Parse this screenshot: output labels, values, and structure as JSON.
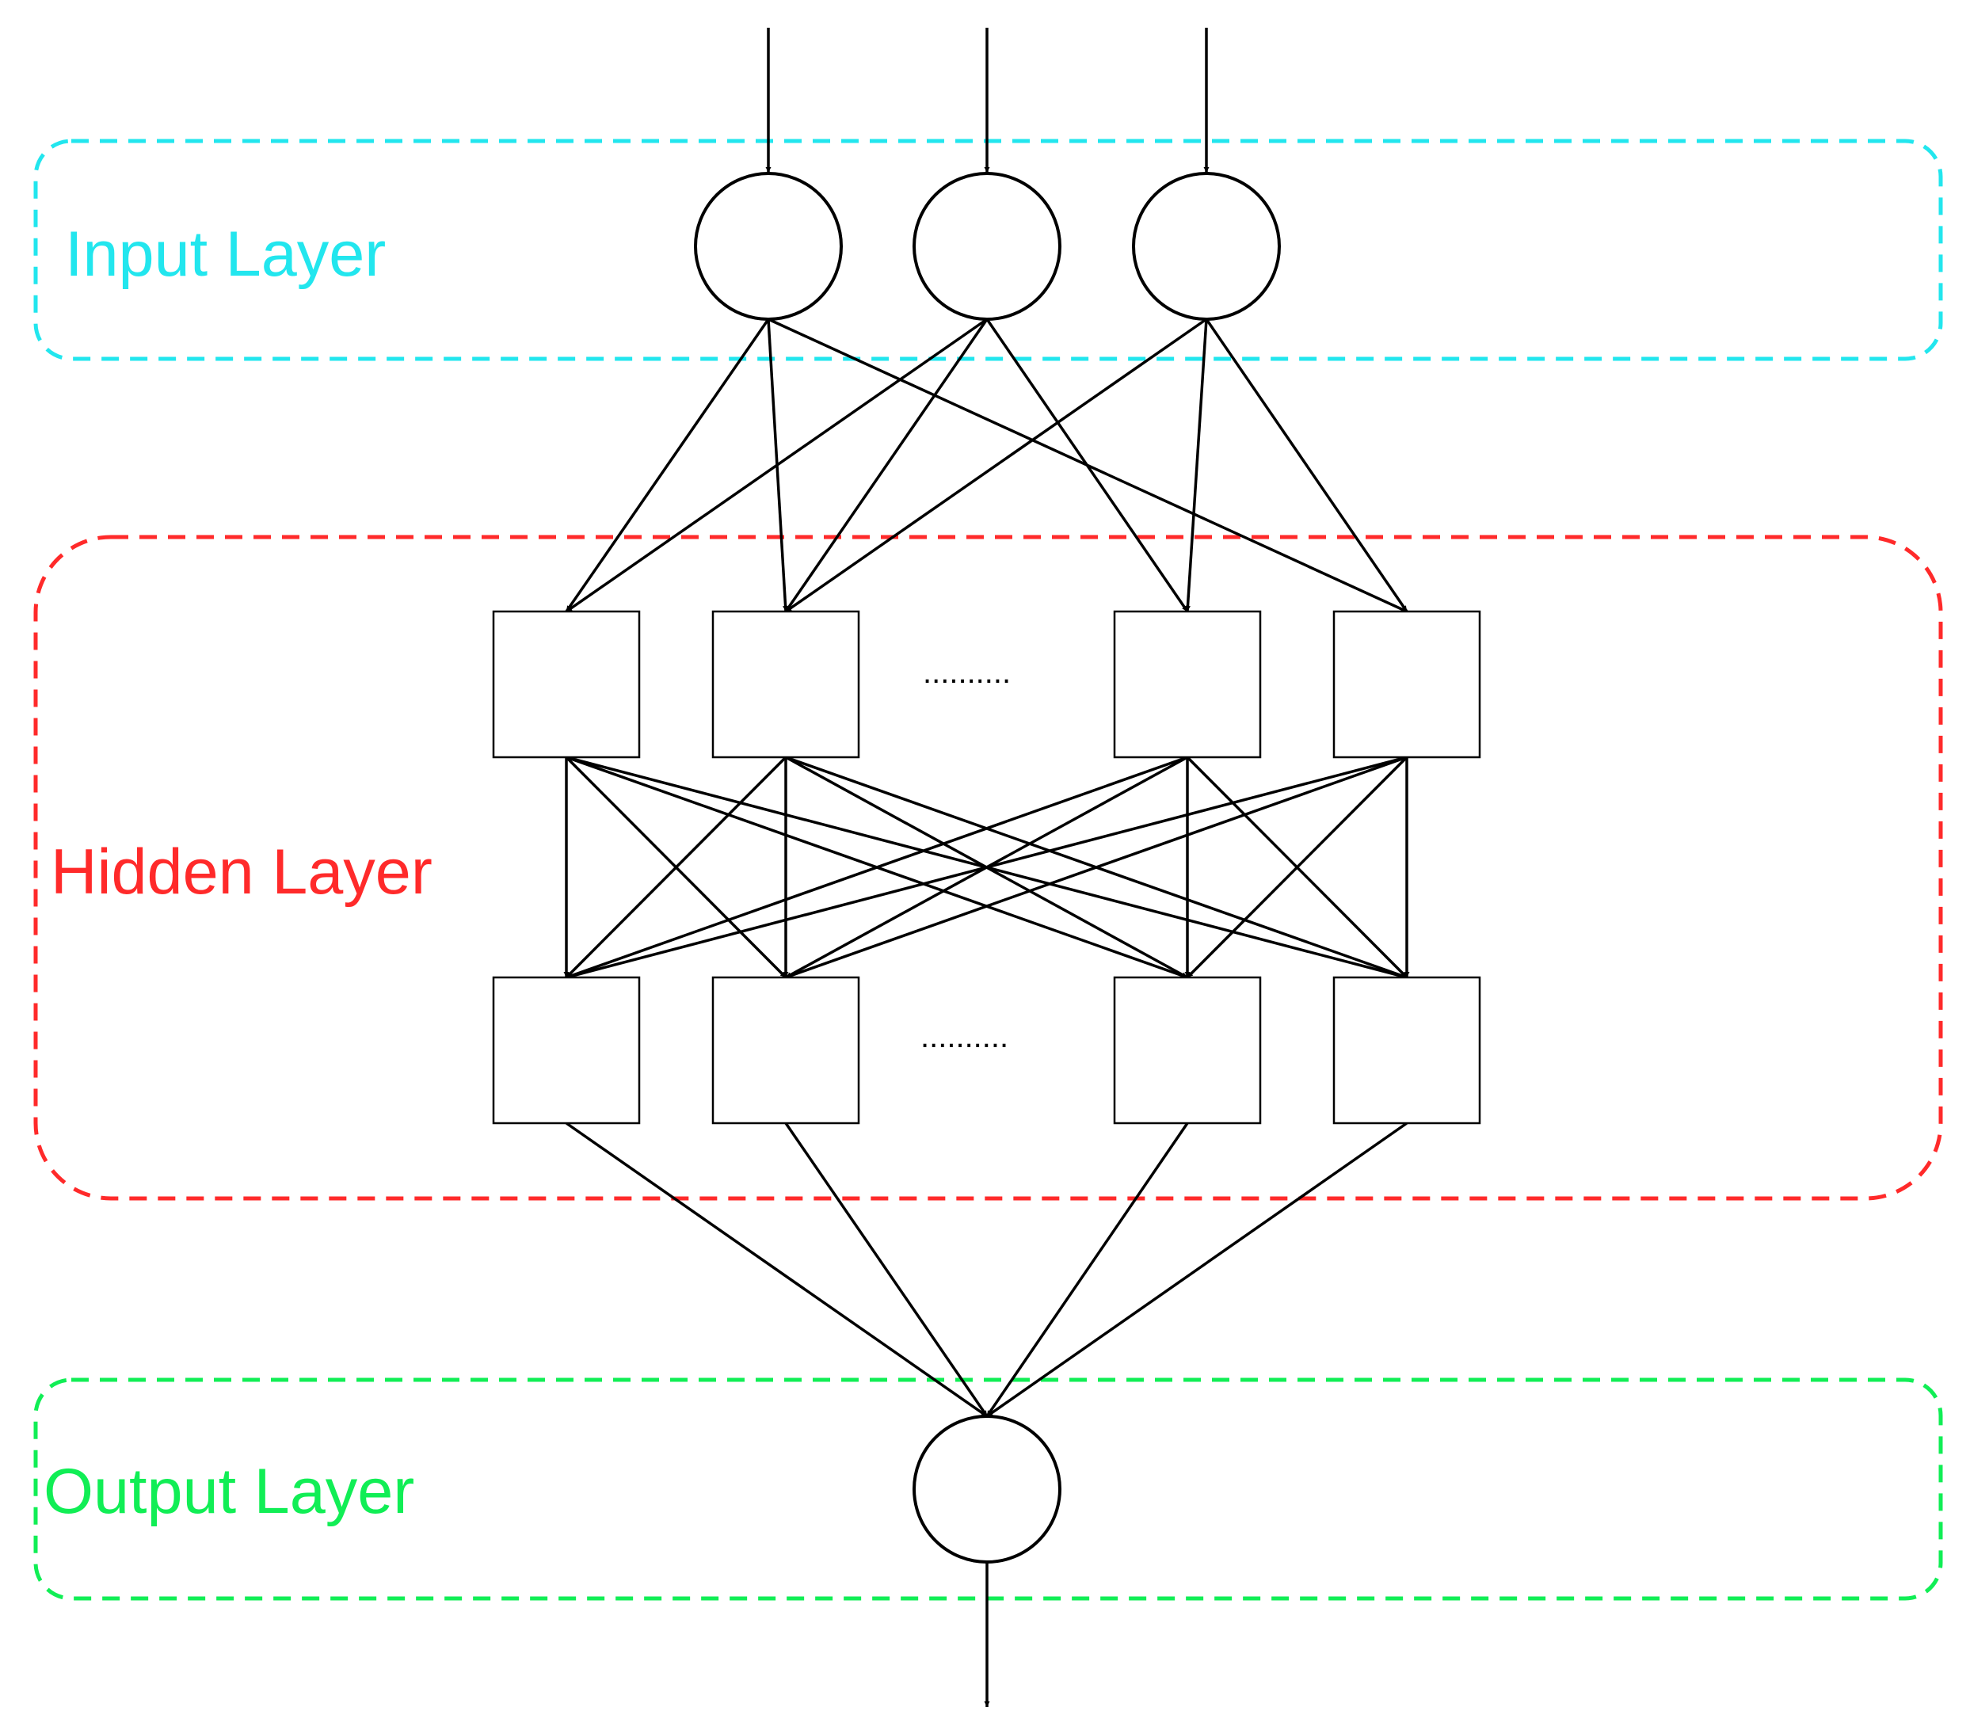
{
  "layers": {
    "input": {
      "label": "Input Layer",
      "color": "#22e6ee"
    },
    "hidden": {
      "label": "Hidden Layer",
      "color": "#ff2a2a"
    },
    "output": {
      "label": "Output Layer",
      "color": "#11ee55"
    }
  },
  "ellipsis": {
    "hidden_row_1": "..........",
    "hidden_row_2": ".........."
  }
}
